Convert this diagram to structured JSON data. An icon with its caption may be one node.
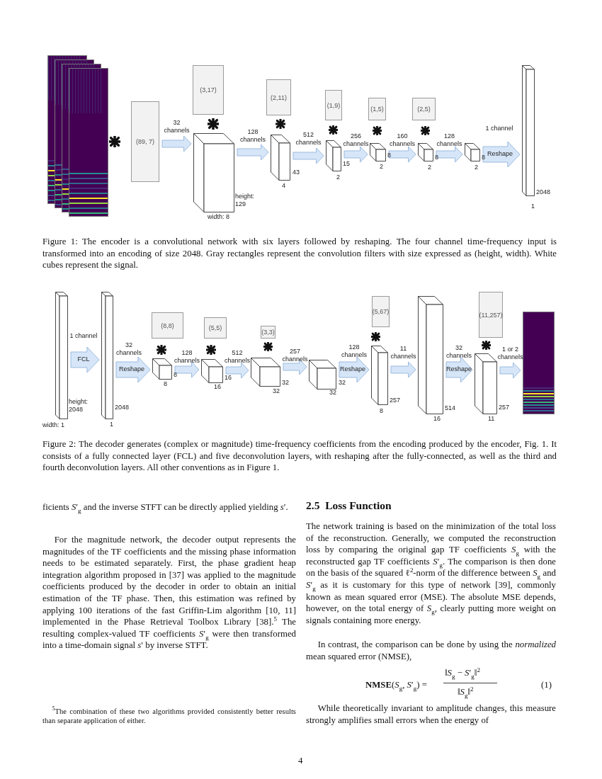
{
  "diagram": {
    "nodes": [
      {
        "text": [],
        "shape": "picture"
      },
      {
        "text": [
          "(89, 7)"
        ]
      },
      {
        "text": [
          "(3,17)"
        ]
      },
      {
        "text": [],
        "shape": "box",
        "beside": [
          "height: 129",
          "width: 8"
        ]
      },
      {
        "text": [
          "(2,11)"
        ]
      },
      {
        "text": [],
        "shape": "box",
        "beside": [
          "43",
          "4"
        ]
      },
      {
        "text": [
          "(1,9)"
        ]
      },
      {
        "text": [],
        "shape": "box",
        "beside": [
          "15",
          "2"
        ]
      },
      {
        "text": [
          "(1,5)"
        ]
      },
      {
        "text": [],
        "shape": "box",
        "beside": [
          "8",
          "2"
        ]
      },
      {
        "text": [
          "(2,5)"
        ]
      },
      {
        "text": [],
        "shape": "box",
        "beside": [
          "8",
          "2"
        ]
      },
      {
        "text": [],
        "shape": "box",
        "beside": [
          "8",
          "2"
        ]
      },
      {
        "text": [],
        "shape": "box",
        "beside": [
          "2048",
          "1"
        ]
      },
      {
        "text": [],
        "shape": "box",
        "beside": [
          "height: 2048",
          "width: 1"
        ]
      },
      {
        "text": [],
        "shape": "box",
        "beside": [
          "2048",
          "1"
        ]
      },
      {
        "text": [
          "(8,8)"
        ]
      },
      {
        "text": [],
        "shape": "box",
        "beside": [
          "8",
          "8"
        ]
      },
      {
        "text": [
          "(5,5)"
        ]
      },
      {
        "text": [],
        "shape": "box",
        "beside": [
          "16",
          "16"
        ]
      },
      {
        "text": [
          "(3,3)"
        ]
      },
      {
        "text": [],
        "shape": "box",
        "beside": [
          "32",
          "32"
        ]
      },
      {
        "text": [],
        "shape": "box",
        "beside": [
          "32",
          "32"
        ]
      },
      {
        "text": [
          "(5,67)"
        ]
      },
      {
        "text": [],
        "shape": "box",
        "beside": [
          "257",
          "8"
        ]
      },
      {
        "text": [],
        "shape": "box",
        "beside": [
          "514",
          "16"
        ]
      },
      {
        "text": [
          "(11,257)"
        ]
      },
      {
        "text": [],
        "shape": "box",
        "beside": [
          "257",
          "11"
        ]
      },
      {
        "text": [],
        "shape": "picture"
      }
    ],
    "edges": [
      {
        "from": 1,
        "to": 3,
        "arrow": "to",
        "label": "32 channels"
      },
      {
        "from": 3,
        "to": 5,
        "arrow": "to",
        "label": "128 channels"
      },
      {
        "from": 5,
        "to": 7,
        "arrow": "to",
        "label": "512 channels"
      },
      {
        "from": 7,
        "to": 9,
        "arrow": "to",
        "label": "256 channels"
      },
      {
        "from": 9,
        "to": 11,
        "arrow": "to",
        "label": "160 channels"
      },
      {
        "from": 11,
        "to": 12,
        "arrow": "to",
        "label": "128 channels"
      },
      {
        "from": 12,
        "to": 13,
        "arrow": "to",
        "label": "Reshape"
      },
      {
        "from": 14,
        "to": 15,
        "arrow": "to",
        "label": "FCL"
      },
      {
        "from": 15,
        "to": 17,
        "arrow": "to",
        "label": "Reshape"
      },
      {
        "from": 17,
        "to": 19,
        "arrow": "to",
        "label": "128 channels"
      },
      {
        "from": 19,
        "to": 21,
        "arrow": "to",
        "label": "512 channels"
      },
      {
        "from": 21,
        "to": 22,
        "arrow": "to",
        "label": "257 channels"
      },
      {
        "from": 22,
        "to": 24,
        "arrow": "to",
        "label": "Reshape"
      },
      {
        "from": 24,
        "to": 25,
        "arrow": "to",
        "label": "11 channels"
      },
      {
        "from": 25,
        "to": 27,
        "arrow": "to",
        "label": "Reshape"
      },
      {
        "from": 27,
        "to": 28,
        "arrow": "to",
        "label": "1 or 2 channels"
      }
    ],
    "labels": [
      "1 channel",
      "Figure 1: The encoder is a convolutional network with six layers followed by reshaping. The four channel time-frequency input is transformed into an encoding of size 2048. Gray rectangles represent the convolution filters with size expressed as (height, width). White cubes represent the signal.",
      "1 channel",
      "32 channels",
      "128 channels",
      "32 channels",
      "Figure 2: The decoder generates (complex or magnitude) time-frequency coefficients from the encoding produced by the encoder, Fig. 1. It consists of a fully connected layer (FCL) and five deconvolution layers, with reshaping after the fully-connected, as well as the third and fourth deconvolution layers. All other conventions as in Figure 1.",
      "ficients *S*′$_{g}$ and the inverse STFT can be directly applied yielding *s*′.",
      "For the magnitude network, the decoder output represents the magnitudes of the TF coefficients and the missing phase information needs to be estimated separately. First, the phase gradient heap integration algorithm proposed in [37] was applied to the magnitude coefficients produced by the decoder in order to obtain an initial estimation of the TF phase. Then, this estimation was refined by applying 100 iterations of the fast Griffin-Lim algorithm [10, 11] implemented in the Phase Retrieval Toolbox Library [38].$^{5}$ The resulting complex-valued TF coefficients *S*′$_{g}$ were then transformed into a time-domain signal *s*′ by inverse STFT.",
      "$^{5}$The combination of these two algorithms provided consistently better results than separate application of either.",
      "2.5  Loss Function",
      "The network training is based on the minimization of the total loss of the reconstruction. Generally, we computed the reconstruction loss by comparing the original gap TF coefficients *S*$_{g}$ with the reconstructed gap TF coefficients *S*′$_{g}$. The comparison is then done on the basis of the squared ℓ$^{2}$-norm of the difference between *S*$_{g}$ and *S*′$_{g}$ as it is customary for this type of network [39], commonly known as mean squared error (MSE). The absolute MSE depends, however, on the total energy of *S*$_{g}$, clearly putting more weight on signals containing more energy.",
      "In contrast, the comparison can be done by using the *normalized* mean squared error (NMSE),",
      "**NMSE**(*S*$_{g}$, *S*′$_{g}$) =",
      "‖*S*$_{g}$ − *S*′$_{g}$‖$^{2}$",
      "‖*S*$_{g}$‖$^{2}$",
      "(1)",
      "While theoretically invariant to amplitude changes, this measure strongly amplifies small errors when the energy of",
      "4"
    ]
  }
}
